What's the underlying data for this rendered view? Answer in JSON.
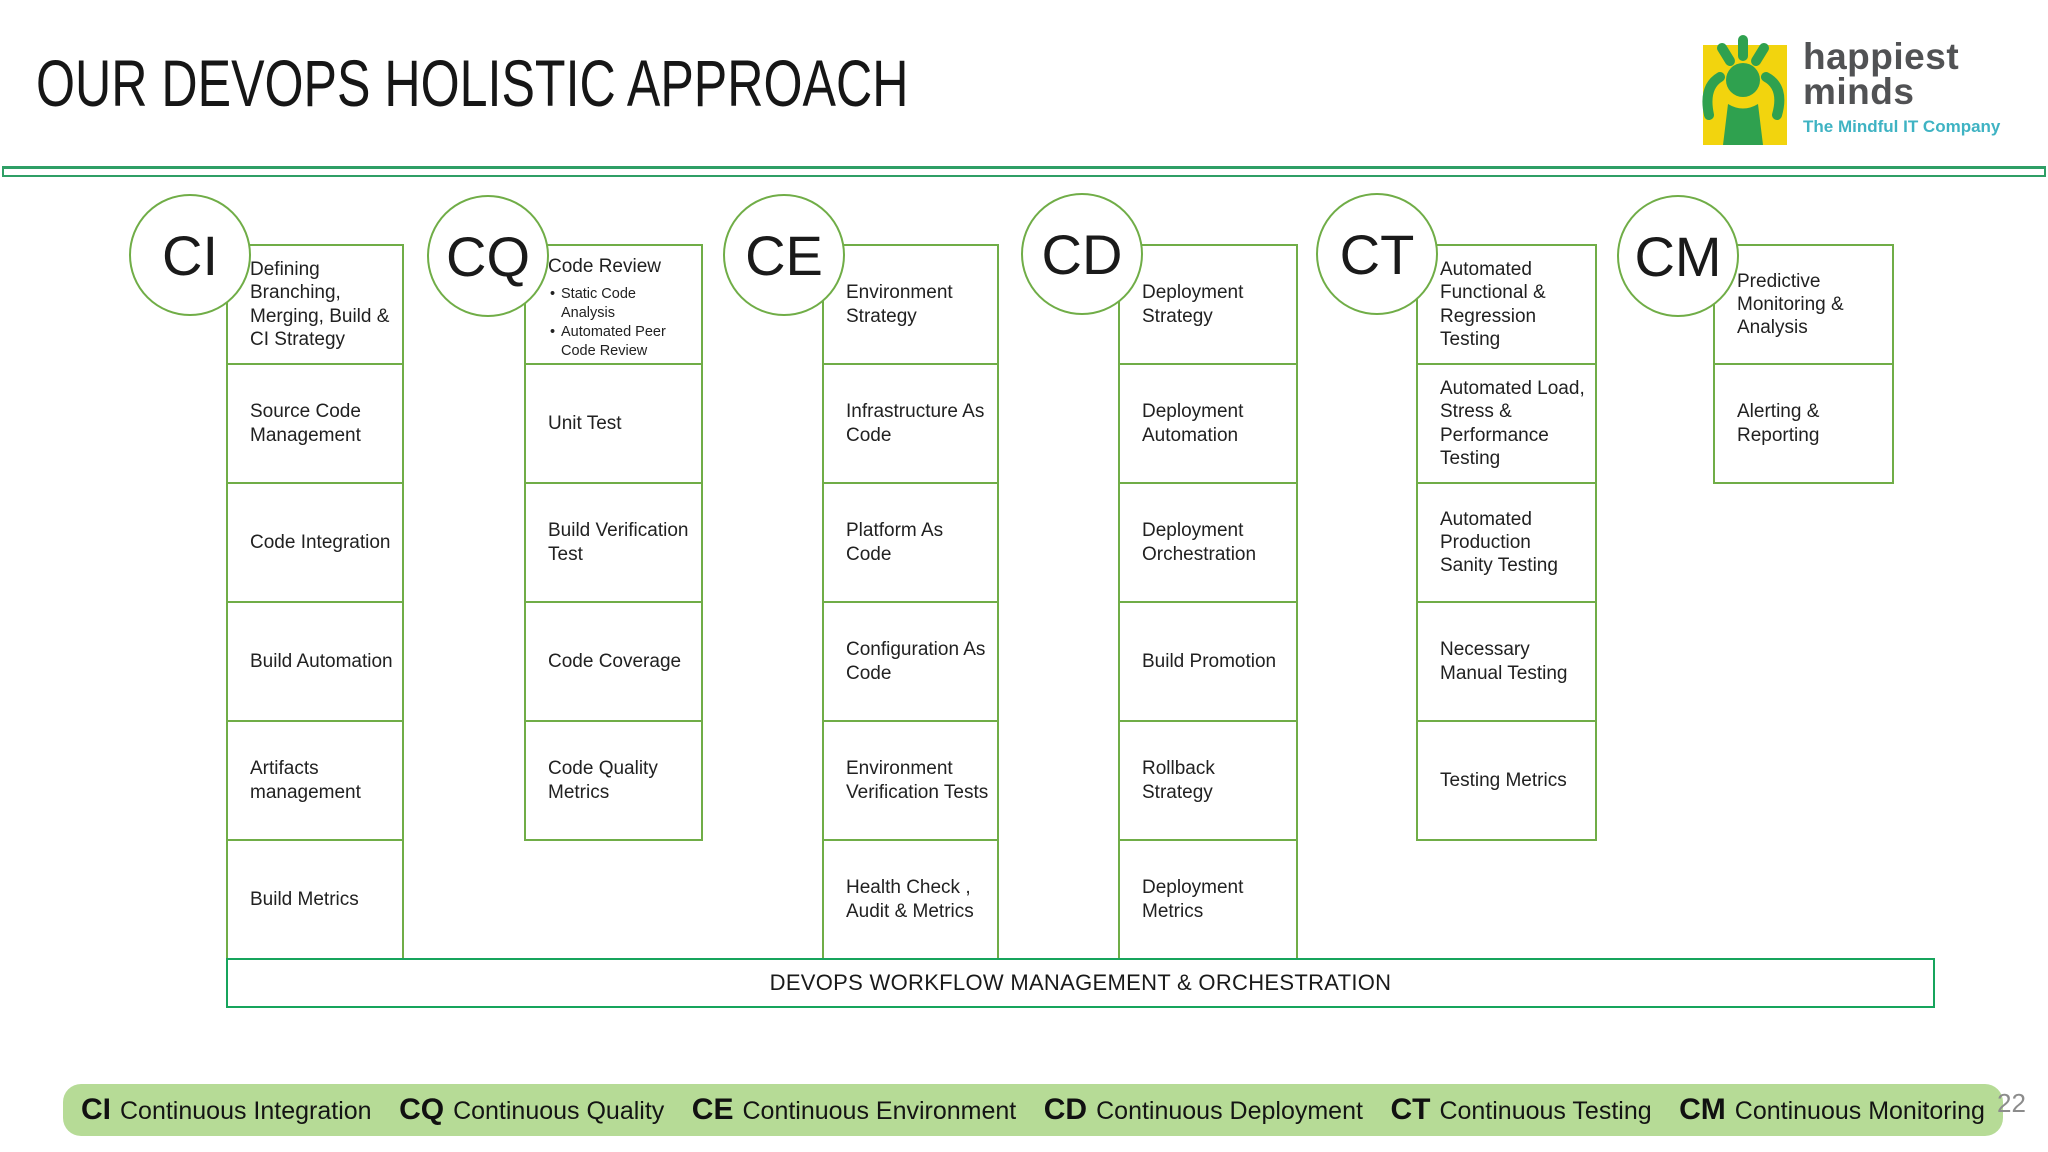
{
  "slide": {
    "title": "OUR DEVOPS HOLISTIC APPROACH",
    "page_number": "22"
  },
  "logo": {
    "name_line1": "happiest",
    "name_line2": "minds",
    "tagline": "The Mindful IT Company"
  },
  "colors": {
    "box_border_green": "#70ad47",
    "workflow_bar_green": "#17a45c",
    "legend_background": "#b6db96",
    "divider_green": "#2f9f66",
    "logo_yellow": "#f2d40e",
    "logo_green": "#2fa14f",
    "logo_tagline_teal": "#3fb3c3",
    "page_number_gray": "#8c8c8c"
  },
  "columns": [
    {
      "abbr": "CI",
      "boxes": [
        "Defining Branching, Merging, Build & CI Strategy",
        "Source Code Management",
        "Code Integration",
        "Build Automation",
        "Artifacts management",
        "Build Metrics"
      ]
    },
    {
      "abbr": "CQ",
      "boxes": [
        {
          "title": "Code Review",
          "bullets": [
            "Static Code Analysis",
            "Automated Peer Code Review"
          ]
        },
        "Unit Test",
        "Build Verification Test",
        "Code Coverage",
        "Code Quality Metrics"
      ]
    },
    {
      "abbr": "CE",
      "boxes": [
        "Environment Strategy",
        "Infrastructure As Code",
        "Platform As Code",
        "Configuration As Code",
        "Environment Verification Tests",
        "Health Check , Audit & Metrics"
      ]
    },
    {
      "abbr": "CD",
      "boxes": [
        "Deployment Strategy",
        "Deployment Automation",
        "Deployment Orchestration",
        "Build Promotion",
        "Rollback Strategy",
        "Deployment Metrics"
      ]
    },
    {
      "abbr": "CT",
      "boxes": [
        "Automated Functional & Regression Testing",
        "Automated Load, Stress & Performance Testing",
        "Automated Production Sanity Testing",
        "Necessary Manual Testing",
        "Testing Metrics"
      ]
    },
    {
      "abbr": "CM",
      "boxes": [
        "Predictive Monitoring & Analysis",
        "Alerting & Reporting"
      ]
    }
  ],
  "workflow_bar": {
    "label": "DEVOPS WORKFLOW MANAGEMENT & ORCHESTRATION"
  },
  "legend": {
    "items": [
      {
        "abbr": "CI",
        "label": "Continuous Integration"
      },
      {
        "abbr": "CQ",
        "label": "Continuous Quality"
      },
      {
        "abbr": "CE",
        "label": "Continuous Environment"
      },
      {
        "abbr": "CD",
        "label": "Continuous Deployment"
      },
      {
        "abbr": "CT",
        "label": "Continuous Testing"
      },
      {
        "abbr": "CM",
        "label": "Continuous Monitoring"
      }
    ]
  }
}
